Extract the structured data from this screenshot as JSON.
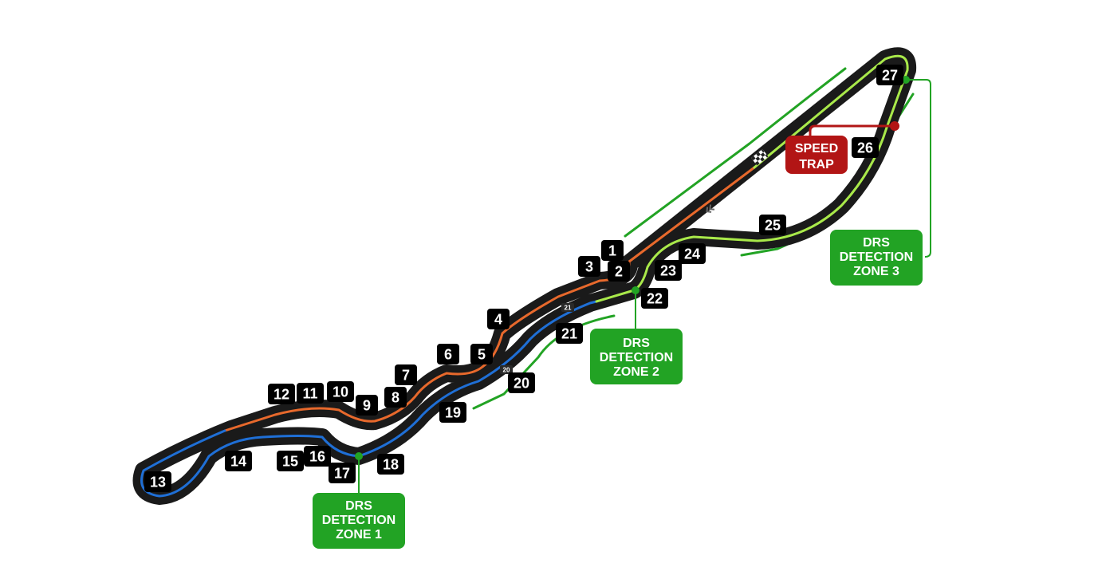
{
  "colors": {
    "track": "#1a1a1a",
    "sector1": "#e8692c",
    "sector2": "#1f6fd6",
    "sector3": "#a9e94a",
    "drs": "#22a324",
    "speed_trap": "#b21515",
    "label_bg": "#000000",
    "label_text": "#ffffff"
  },
  "corners": [
    "1",
    "2",
    "3",
    "4",
    "5",
    "6",
    "7",
    "8",
    "9",
    "10",
    "11",
    "12",
    "13",
    "14",
    "15",
    "16",
    "17",
    "18",
    "19",
    "20",
    "21",
    "22",
    "23",
    "24",
    "25",
    "26",
    "27"
  ],
  "track_markers": [
    "21",
    "20"
  ],
  "drs_zones": [
    {
      "lines": [
        "DRS",
        "DETECTION",
        "ZONE 1"
      ]
    },
    {
      "lines": [
        "DRS",
        "DETECTION",
        "ZONE 2"
      ]
    },
    {
      "lines": [
        "DRS",
        "DETECTION",
        "ZONE 3"
      ]
    }
  ],
  "speed_trap": {
    "lines": [
      "SPEED",
      "TRAP"
    ]
  },
  "icons": {
    "start_finish": "checkered-flag-icon",
    "direction": "chevron-direction-icon"
  }
}
